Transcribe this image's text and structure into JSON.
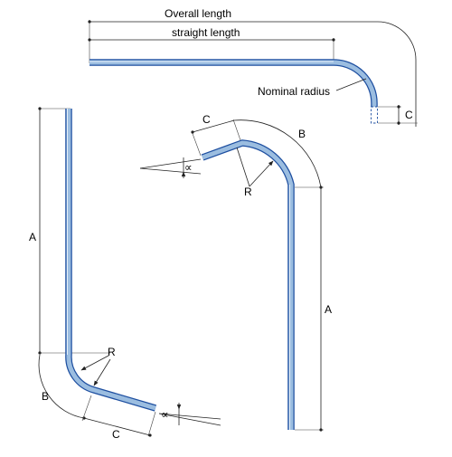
{
  "labels": {
    "overall_length": "Overall length",
    "straight_length": "straight length",
    "nominal_radius": "Nominal radius",
    "c": "C",
    "b": "B",
    "a": "A",
    "r": "R",
    "alpha": "∝"
  },
  "colors": {
    "tube_outline": "#1e4fa0",
    "tube_fill": "#9bbde0",
    "tube_highlight": "#e6f0fa",
    "line": "#222222"
  }
}
